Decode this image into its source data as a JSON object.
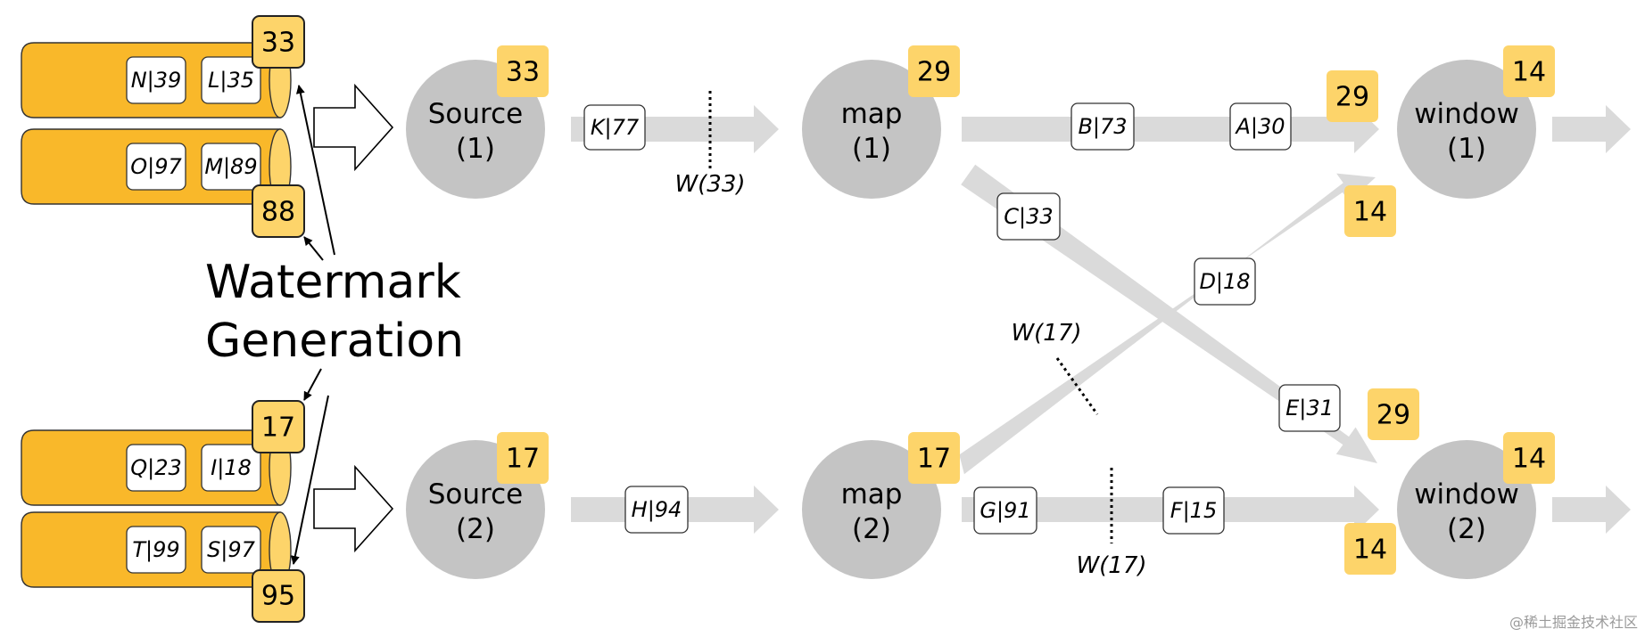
{
  "colors": {
    "partition": "#F9B82A",
    "watermark_box": "#FDD46A",
    "operator": "#C4C4C4",
    "stream": "#DADADA"
  },
  "title": {
    "line1": "Watermark",
    "line2": "Generation"
  },
  "partitions": [
    {
      "events": [
        "N|39",
        "L|35"
      ],
      "watermark": "33"
    },
    {
      "events": [
        "O|97",
        "M|89"
      ],
      "watermark": "88"
    },
    {
      "events": [
        "Q|23",
        "I|18"
      ],
      "watermark": "17"
    },
    {
      "events": [
        "T|99",
        "S|97"
      ],
      "watermark": "95"
    }
  ],
  "operators": {
    "source1": {
      "name": "Source",
      "index": "(1)",
      "watermark": "33"
    },
    "source2": {
      "name": "Source",
      "index": "(2)",
      "watermark": "17"
    },
    "map1": {
      "name": "map",
      "index": "(1)",
      "watermark": "29"
    },
    "map2": {
      "name": "map",
      "index": "(2)",
      "watermark": "17"
    },
    "window1": {
      "name": "window",
      "index": "(1)",
      "watermark": "14"
    },
    "window2": {
      "name": "window",
      "index": "(2)",
      "watermark": "14"
    }
  },
  "channel_watermarks": {
    "window1_from_map1": "29",
    "window1_from_map2": "14",
    "window2_from_map1": "29",
    "window2_from_map2": "14"
  },
  "stream_events": {
    "source1_map1": [
      "K|77"
    ],
    "source2_map2": [
      "H|94"
    ],
    "map1_window1": [
      "B|73",
      "A|30"
    ],
    "map1_window2": [
      "C|33",
      "E|31"
    ],
    "map2_window1": [
      "D|18"
    ],
    "map2_window2": [
      "G|91",
      "F|15"
    ]
  },
  "stream_watermarks": {
    "source1_map1": "W(33)",
    "map2_window1": "W(17)",
    "map2_window2": "W(17)"
  },
  "footer": "@稀土掘金技术社区"
}
